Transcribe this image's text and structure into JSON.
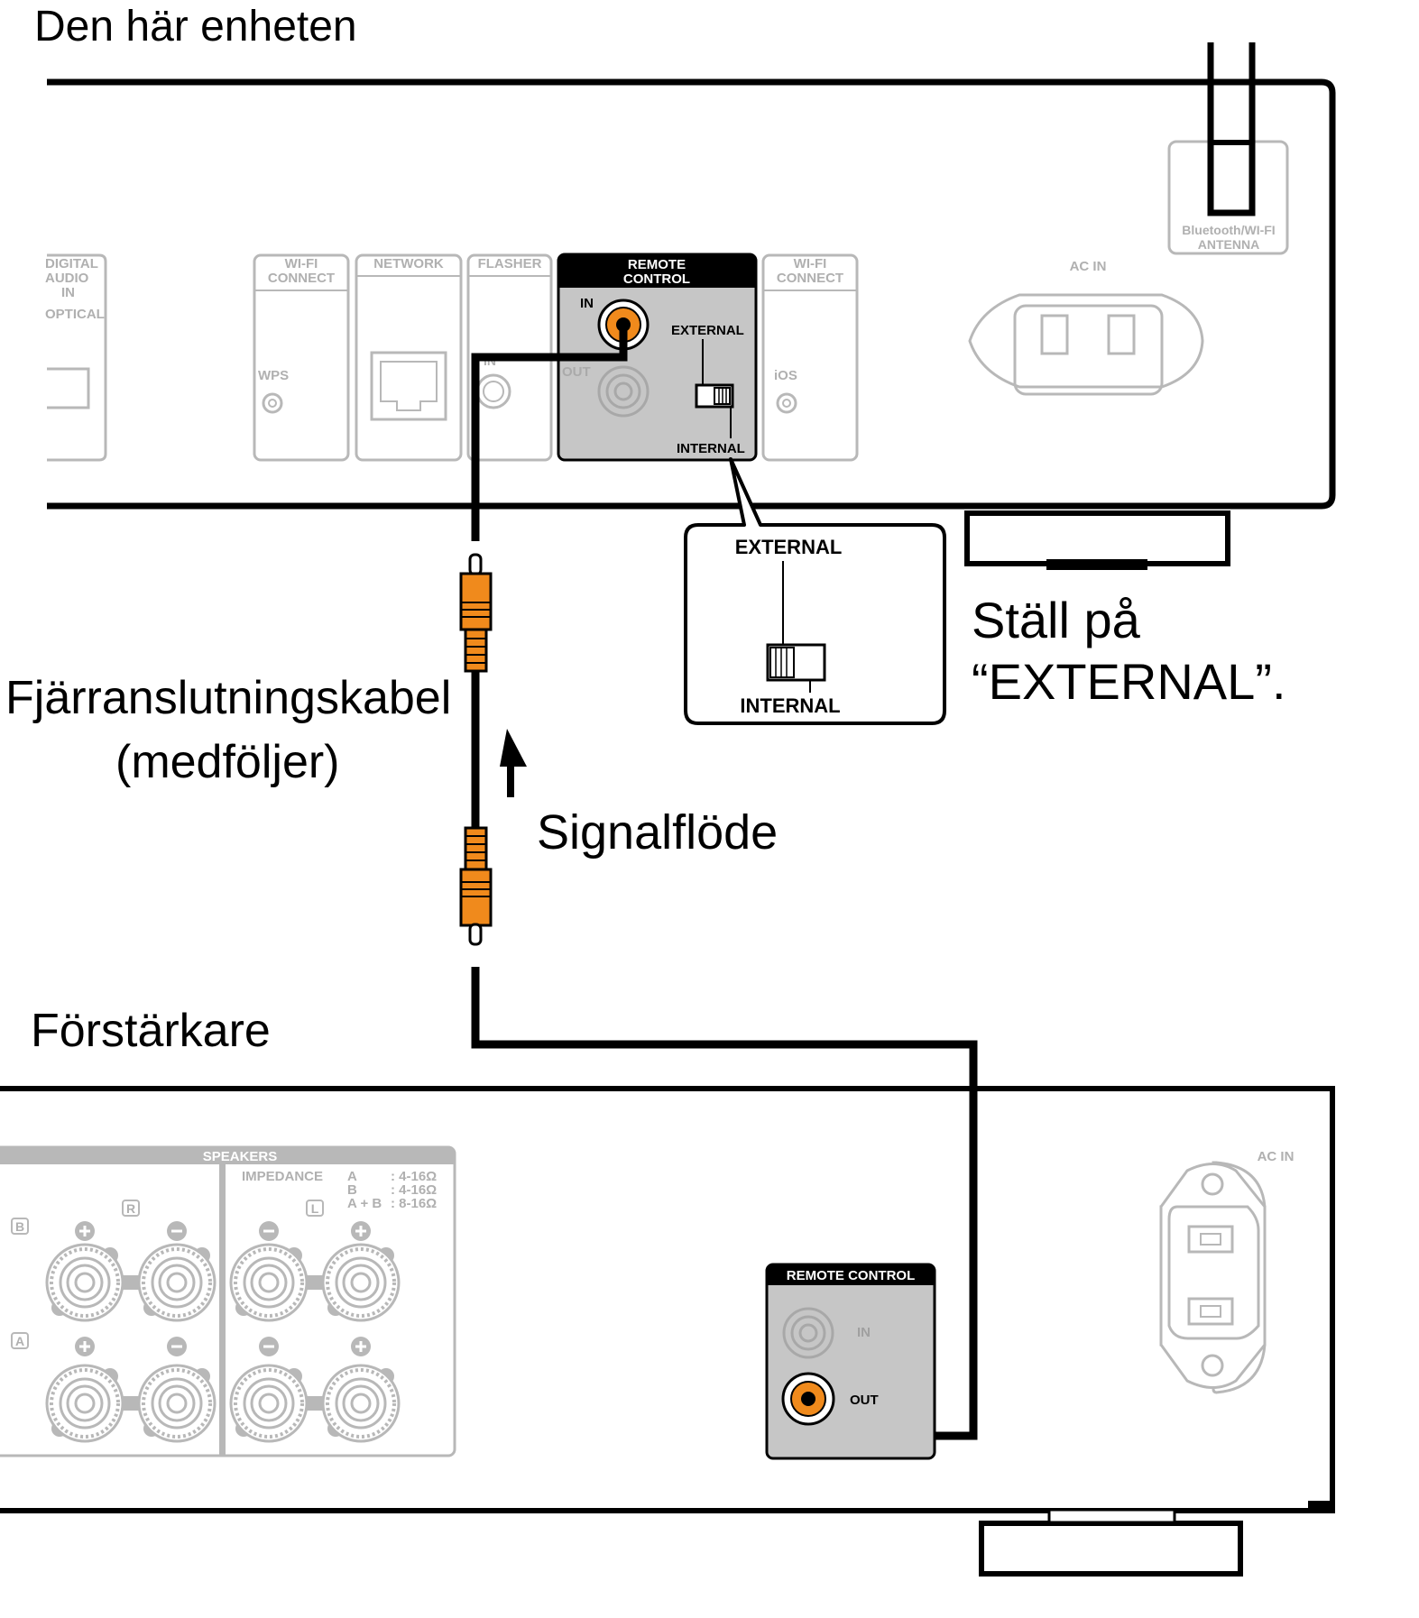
{
  "labels": {
    "device_title": "Den här enheten",
    "amplifier_title": "Förstärkare",
    "cable_line1": "Fjärranslutningskabel",
    "cable_line2": "(medföljer)",
    "signal_flow": "Signalflöde",
    "set_line1": "Ställ på",
    "set_line2": "“EXTERNAL”."
  },
  "device_panel": {
    "digital_audio_in": [
      "DIGITAL",
      "AUDIO",
      "IN",
      "OPTICAL"
    ],
    "wifi_connect_left": [
      "WI-FI",
      "CONNECT"
    ],
    "wps": "WPS",
    "network": "NETWORK",
    "flasher": "FLASHER",
    "flasher_in": "IN",
    "remote_control": [
      "REMOTE",
      "CONTROL"
    ],
    "rc_in": "IN",
    "rc_out": "OUT",
    "external": "EXTERNAL",
    "internal": "INTERNAL",
    "wifi_connect_right": [
      "WI-FI",
      "CONNECT"
    ],
    "ios": "iOS",
    "ac_in": "AC IN",
    "antenna": [
      "Bluetooth/WI-FI",
      "ANTENNA"
    ]
  },
  "switch_callout": {
    "external": "EXTERNAL",
    "internal": "INTERNAL",
    "position": "EXTERNAL"
  },
  "amplifier_panel": {
    "speakers": "SPEAKERS",
    "impedance": "IMPEDANCE",
    "impedance_rows": [
      {
        "key": "A",
        "value": ": 4-16Ω"
      },
      {
        "key": "B",
        "value": ": 4-16Ω"
      },
      {
        "key": "A + B",
        "value": ": 8-16Ω"
      }
    ],
    "channel_r": "R",
    "channel_l": "L",
    "row_b": "B",
    "row_a": "A",
    "remote_control": "REMOTE CONTROL",
    "rc_in": "IN",
    "rc_out": "OUT",
    "ac_in": "AC IN"
  },
  "colors": {
    "line": "#000000",
    "faded": "#b8b8b8",
    "panel_fill": "#c6c6c6",
    "connector_orange": "#f08a1c"
  }
}
